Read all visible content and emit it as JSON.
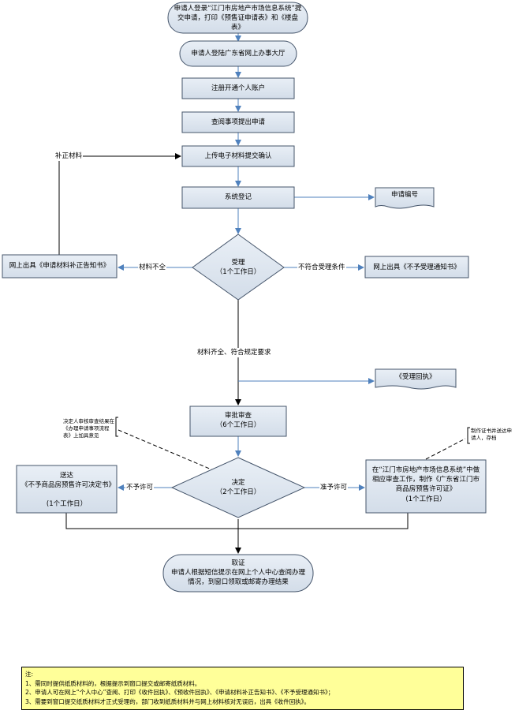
{
  "nodes": {
    "start": "申请人登录“江门市房地产市场信息系统”提交申请，打印《预售证申请表》和《楼盘表》",
    "login": "申请人登陆广东省网上办事大厅",
    "register": "注册开通个人账户",
    "apply": "查阅事项提出申请",
    "upload": "上传电子材料提交确认",
    "sysreg": "系统登记",
    "app_no": "申请编号",
    "accept_title": "受理",
    "accept_days": "（1个工作日）",
    "supplement_notice": "网上出具《申请材料补正告知书》",
    "reject_notice": "网上出具《不予受理通知书》",
    "receipt": "《受理回执》",
    "review_title": "审批审查",
    "review_days": "（6个工作日）",
    "decide_title": "决定",
    "decide_days": "（2个工作日）",
    "deny_title": "送达",
    "deny_doc": "《不予商品房预售许可决定书》",
    "deny_days": "(1个工作日）",
    "grant_text": "在“江门市房地产市场信息系统”中做相应审查工作，制作《广东省江门市商品房预售许可证》",
    "grant_days": "(1个工作日）",
    "end_title": "取证",
    "end_text": "申请人根据短信提示在网上个人中心查阅办理情况，到窗口领取或邮寄办理结果"
  },
  "edge_labels": {
    "supplement": "补正材料",
    "incomplete": "材料不全",
    "not_accepted": "不符合受理条件",
    "complete": "材料齐全、符合规定要求",
    "deny": "不予许可",
    "grant": "准予许可"
  },
  "annotations": {
    "left": "决定人审核审查结果在《办理申请事项流程表》上加具意见",
    "right": "制作证书并送达申请人，存档"
  },
  "notes": {
    "title": "注:",
    "items": [
      "1、需同时提供纸质材料的，根据提示到窗口提交或邮寄纸质材料。",
      "2、申请人可在网上“个人中心”查阅、打印《收件回执》、《预收件回执》、《申请材料补正告知书》、《不予受理通知书》；",
      "3、需要到窗口提交纸质材料才正式受理的，部门收到纸质材料并与网上材料核对无误后，出具《收件回执》。"
    ]
  },
  "colors": {
    "box_fill": "#dde6f0",
    "box_stroke": "#44546a",
    "arrow_blue": "#4f81bd",
    "line_dark": "#000000",
    "note_fill": "#ffff99"
  }
}
